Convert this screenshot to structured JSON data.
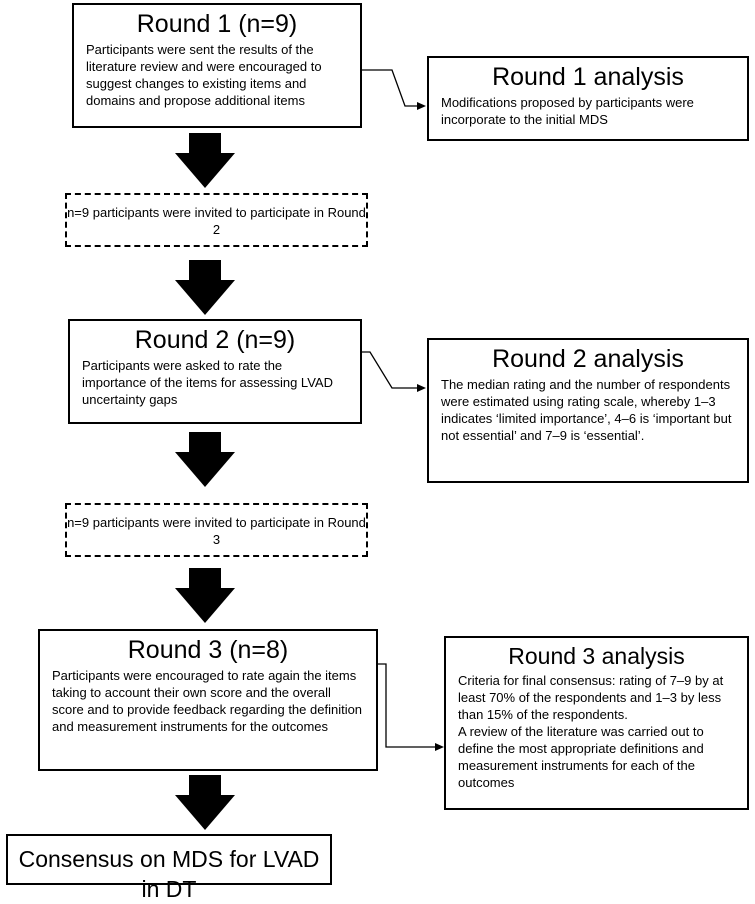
{
  "round1": {
    "title": "Round 1 (n=9)",
    "text": "Participants were sent the results of the literature review and were encouraged to suggest changes to existing items and domains and propose additional items"
  },
  "round1_analysis": {
    "title": "Round 1 analysis",
    "text": "Modifications proposed by participants were incorporate to the initial MDS"
  },
  "invite2": {
    "text": "n=9 participants were invited to participate in Round 2"
  },
  "round2": {
    "title": "Round 2 (n=9)",
    "text": "Participants were asked to rate the importance of the items for assessing LVAD uncertainty gaps"
  },
  "round2_analysis": {
    "title": "Round 2 analysis",
    "text": "The median rating and the number of respondents were estimated using rating scale, whereby 1–3 indicates ‘limited importance’, 4–6 is ‘important but not essential’ and 7–9 is ‘essential’."
  },
  "invite3": {
    "text": "n=9 participants were invited to participate in Round 3"
  },
  "round3": {
    "title": "Round 3 (n=8)",
    "text": "Participants were encouraged to rate again the items taking to account their own score and the overall score and to provide feedback regarding the definition and measurement instruments for the outcomes"
  },
  "round3_analysis": {
    "title": "Round 3 analysis",
    "text1": "Criteria for final consensus: rating of 7–9 by at least 70% of the respondents and 1–3 by less than 15% of the respondents.",
    "text2": "A review of the literature was carried out to define the most appropriate definitions and measurement instruments for each of the outcomes"
  },
  "final": {
    "text": "Consensus on MDS for LVAD in DT"
  }
}
